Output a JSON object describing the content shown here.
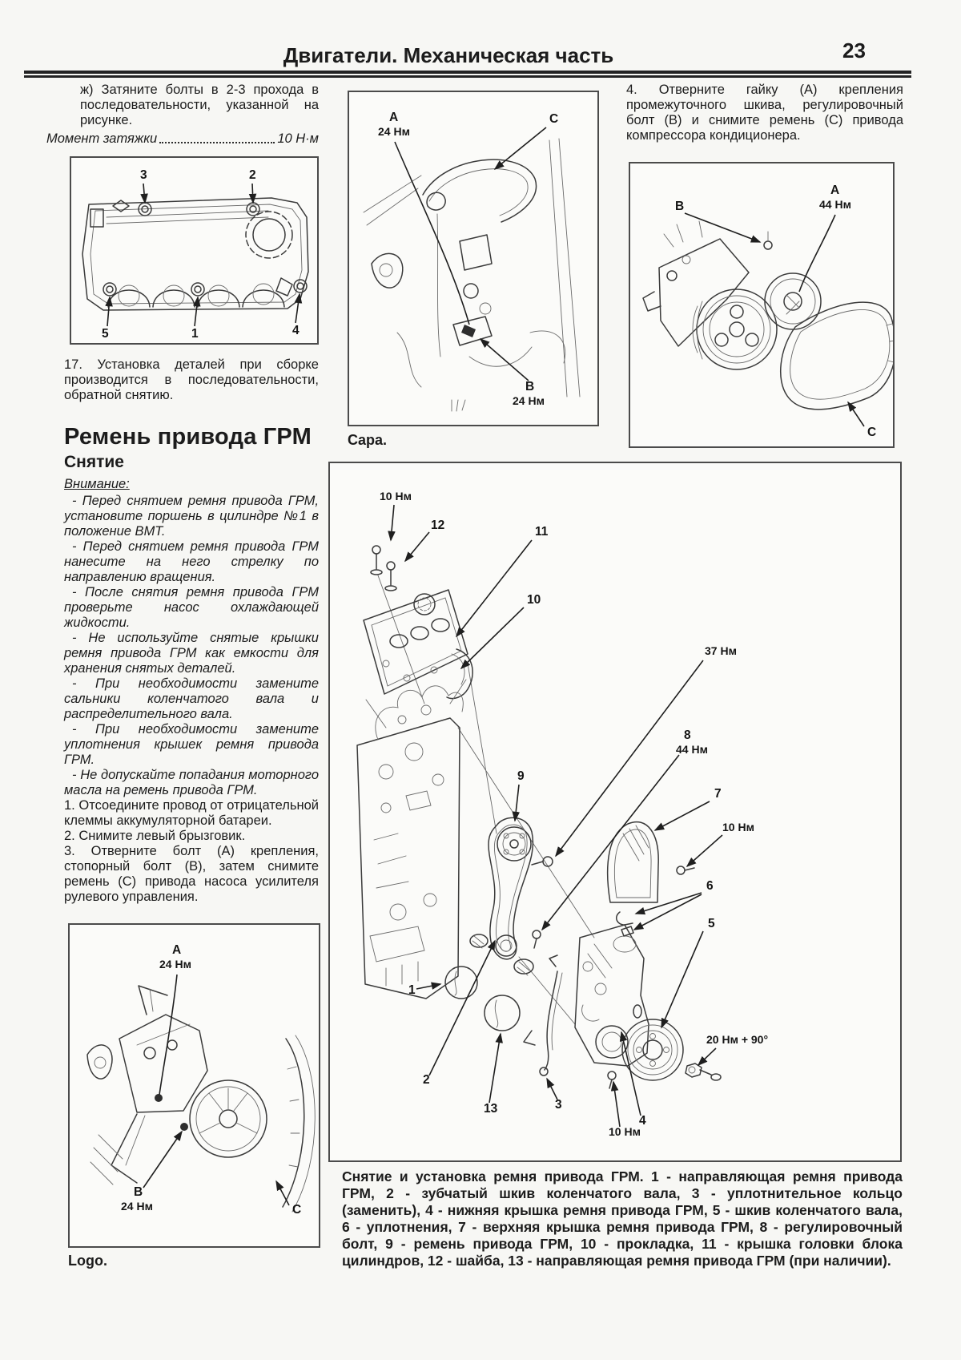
{
  "header": {
    "title": "Двигатели. Механическая часть",
    "page_number": "23"
  },
  "left": {
    "para_zh": "ж) Затяните болты в 2-3 прохода в последовательности, указанной на рисунке.",
    "torque": {
      "label": "Момент затяжки",
      "value": "10 Н·м"
    },
    "fig_valve_cover": {
      "n1": "1",
      "n2": "2",
      "n3": "3",
      "n4": "4",
      "n5": "5"
    },
    "para_17": "17. Установка деталей при сборке производится в последовательности, обратной снятию.",
    "section_title": "Ремень привода ГРМ",
    "subsection_title": "Снятие",
    "attention_label": "Внимание:",
    "attention": [
      "- Перед снятием ремня привода ГРМ, установите поршень в цилиндре №1 в положение ВМТ.",
      "- Перед снятием ремня привода ГРМ нанесите на него стрелку по направлению вращения.",
      "- После снятия ремня привода ГРМ проверьте насос охлаждающей жидкости.",
      "- Не используйте снятые крышки ремня привода ГРМ как емкости для хранения снятых деталей.",
      "- При необходимости замените сальники коленчатого вала и распределительного вала.",
      "- При необходимости замените уплотнения крышек ремня привода ГРМ.",
      "- Не допускайте попадания моторного масла на ремень привода ГРМ."
    ],
    "steps": [
      "1. Отсоедините провод от отрицательной клеммы аккумуляторной батареи.",
      "2. Снимите левый брызговик.",
      "3. Отверните болт (А) крепления, стопорный болт (В), затем снимите ремень (С) привода насоса усилителя рулевого управления."
    ],
    "fig_ps_pump": {
      "a": "A",
      "a_torque": "24 Нм",
      "b": "B",
      "b_torque": "24 Нм",
      "c": "C",
      "caption": "Logo."
    }
  },
  "middle_fig": {
    "a": "A",
    "a_torque": "24 Нм",
    "b": "B",
    "b_torque": "24 Нм",
    "c": "C",
    "caption": "Capa."
  },
  "right": {
    "para_4": "4. Отверните гайку (А) крепления промежуточного шкива, регулировочный болт (В) и снимите ремень (С) привода компрессора кондиционера.",
    "fig_compressor": {
      "a": "A",
      "a_torque": "44 Нм",
      "b": "B",
      "c": "C"
    }
  },
  "main_fig": {
    "labels": {
      "t10a": "10 Нм",
      "n12": "12",
      "n11": "11",
      "n10": "10",
      "t37": "37 Нм",
      "n8": "8",
      "t44": "44 Нм",
      "n9": "9",
      "n7": "7",
      "t10b": "10 Нм",
      "n6": "6",
      "n5": "5",
      "n1": "1",
      "n2": "2",
      "n13": "13",
      "n3": "3",
      "t10c": "10 Нм",
      "n4": "4",
      "t20": "20 Нм + 90°"
    },
    "caption": "Снятие и установка ремня привода ГРМ. 1 - направляющая ремня привода ГРМ, 2 - зубчатый шкив коленчатого вала, 3 - уплотнительное кольцо (заменить), 4 - нижняя крышка ремня привода ГРМ, 5 - шкив коленчатого вала, 6 - уплотнения, 7 - верхняя крышка ремня привода ГРМ, 8 - регулировочный болт, 9 - ремень привода ГРМ, 10 - прокладка, 11 - крышка головки блока цилиндров, 12 - шайба, 13 - направляющая ремня привода ГРМ (при наличии)."
  }
}
